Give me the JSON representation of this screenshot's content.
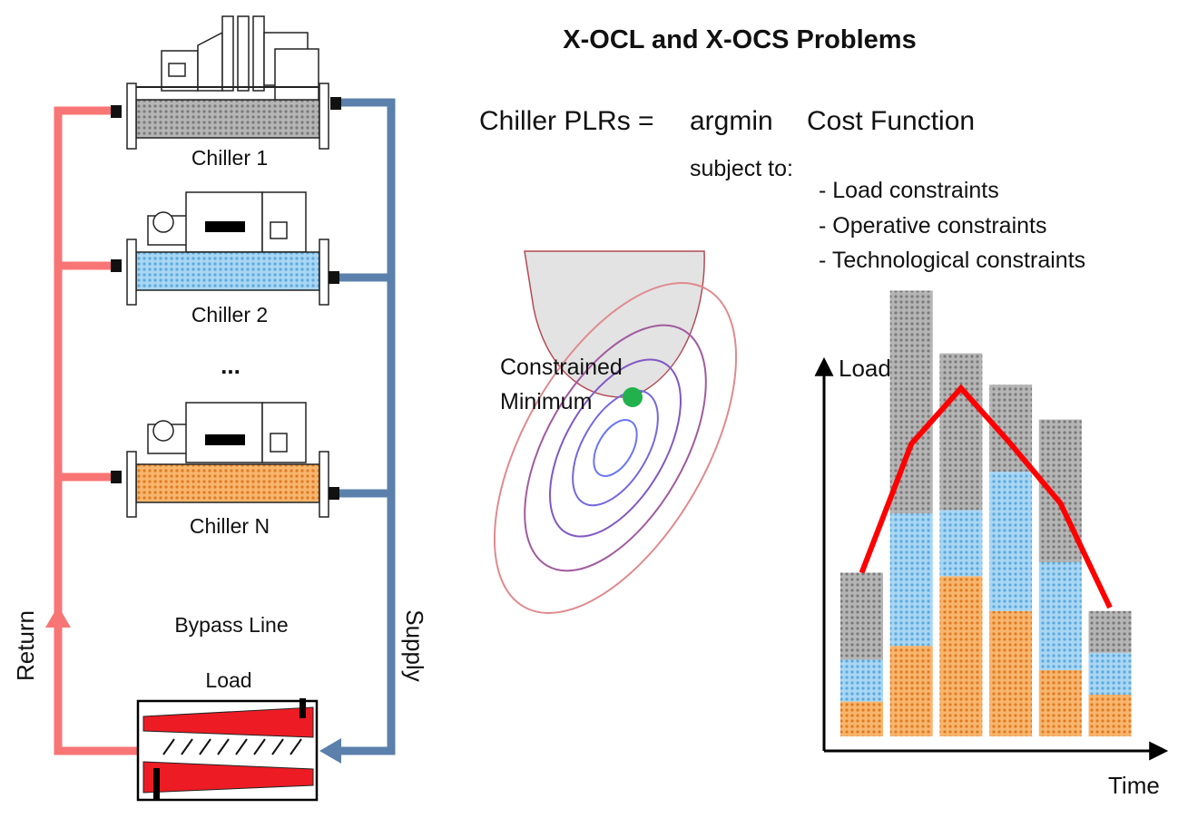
{
  "title": "X-OCL and X-OCS Problems",
  "equation": {
    "lhs": "Chiller PLRs =",
    "op": "argmin",
    "objective": "Cost Function",
    "subject_to": "subject to:",
    "constraints": [
      "- Load constraints",
      "- Operative constraints",
      "- Technological constraints"
    ]
  },
  "plant": {
    "chillers": [
      "Chiller 1",
      "Chiller 2",
      "Chiller N"
    ],
    "ellipsis": "...",
    "bypass": "Bypass Line",
    "load": "Load",
    "return": "Return",
    "supply": "Supply"
  },
  "contour": {
    "label_line1": "Constrained",
    "label_line2": "Minimum"
  },
  "chart_data": {
    "type": "bar",
    "stacked": true,
    "xlabel": "Time",
    "ylabel": "Load",
    "categories": [
      "",
      "",
      "",
      "",
      "",
      ""
    ],
    "series": [
      {
        "color": "#f2a34f",
        "values": [
          0.1,
          0.26,
          0.46,
          0.36,
          0.19,
          0.12
        ]
      },
      {
        "color": "#8cc8ef",
        "values": [
          0.12,
          0.38,
          0.19,
          0.4,
          0.31,
          0.12
        ]
      },
      {
        "color": "#a8a8a8",
        "values": [
          0.25,
          0.64,
          0.45,
          0.25,
          0.41,
          0.12
        ]
      }
    ],
    "line": {
      "color": "#ff0000",
      "values": [
        0.47,
        0.84,
        1.0,
        0.84,
        0.67,
        0.37
      ]
    },
    "ylim": [
      0,
      1.1
    ],
    "grid": false
  },
  "colors": {
    "return": "#f87575",
    "supply": "#5b80ab",
    "green": "#22b14c",
    "load_red": "#ed1c24"
  }
}
